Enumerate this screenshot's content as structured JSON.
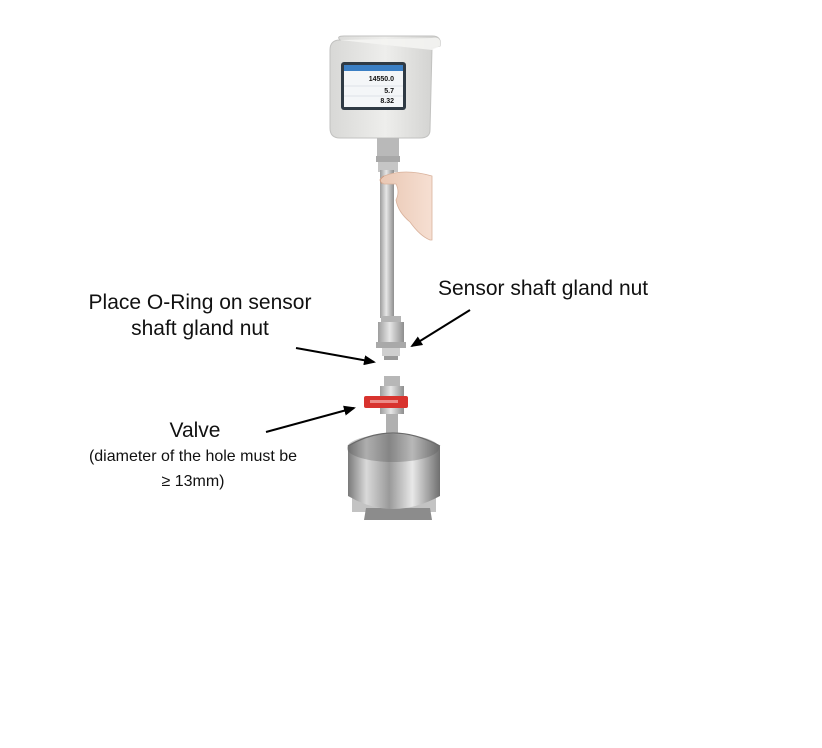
{
  "labels": {
    "oring_line1": "Place O-Ring on sensor",
    "oring_line2": "shaft gland nut",
    "gland_nut": "Sensor shaft gland nut",
    "valve": "Valve",
    "valve_note_line1": "(diameter of the hole must be",
    "valve_note_line2": "≥ 13mm)"
  },
  "display": {
    "reading1": "14550.0",
    "reading2": "5.7",
    "reading3": "8.32"
  },
  "colors": {
    "housing": "#e4e4e2",
    "screen_bezel": "#2f3a44",
    "screen_bg": "#f4f6f8",
    "screen_header": "#3b7fc4",
    "shaft": "#c9c9c9",
    "valve_handle": "#d8332e",
    "pipe": "#a9a9a9",
    "arrow": "#000000"
  }
}
